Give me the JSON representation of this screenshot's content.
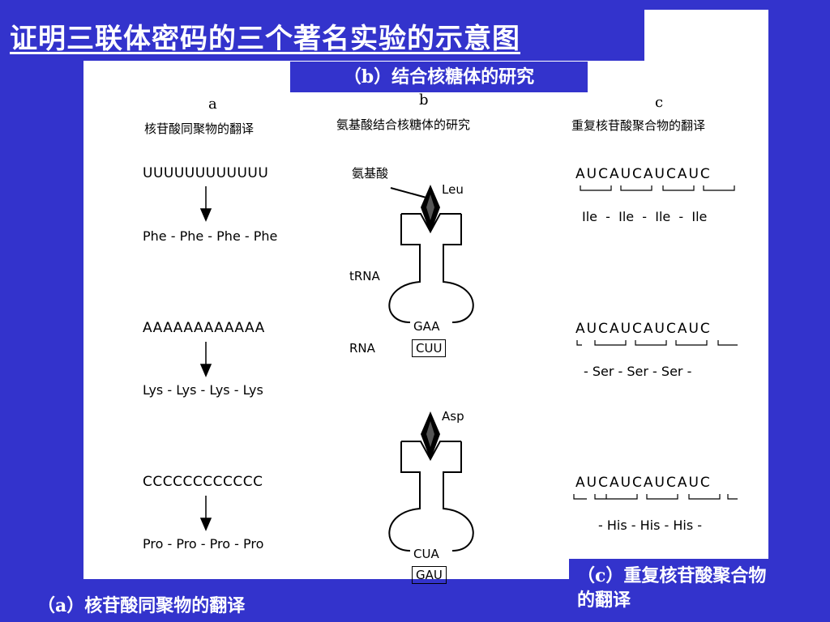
{
  "slide": {
    "title": "证明三联体密码的三个著名实验的示意图",
    "caption_a": "（a）核苷酸同聚物的翻译",
    "caption_b": "（b）结合核糖体的研究",
    "caption_c": "（c）重复核苷酸聚合物的翻译",
    "colors": {
      "background": "#3333CC",
      "panel": "#FFFFFF",
      "text_on_bg": "#FFFFFF"
    }
  },
  "figure": {
    "col_a": {
      "letter": "a",
      "subtitle": "核苷酸同聚物的翻译",
      "rows": [
        {
          "sequence": "UUUUUUUUUUUU",
          "protein": "Phe - Phe - Phe - Phe"
        },
        {
          "sequence": "AAAAAAAAAAAA",
          "protein": "Lys - Lys - Lys - Lys"
        },
        {
          "sequence": "CCCCCCCCCCCC",
          "protein": "Pro - Pro - Pro - Pro"
        }
      ]
    },
    "col_b": {
      "letter": "b",
      "subtitle": "氨基酸结合核糖体的研究",
      "amino_label": "氨基酸",
      "trna_label": "tRNA",
      "rna_label": "RNA",
      "top": {
        "amino_acid": "Leu",
        "anticodon": "GAA",
        "codon": "CUU"
      },
      "bottom": {
        "amino_acid": "Asp",
        "anticodon": "CUA",
        "codon": "GAU"
      }
    },
    "col_c": {
      "letter": "c",
      "subtitle": "重复核苷酸聚合物的翻译",
      "rows": [
        {
          "sequence": "AUCAUCAUCAUC",
          "protein": "Ile  -  Ile  -  Ile  -  Ile"
        },
        {
          "sequence": "AUCAUCAUCAUC",
          "protein": "- Ser - Ser - Ser -"
        },
        {
          "sequence": "AUCAUCAUCAUC",
          "protein": "- His - His - His -"
        }
      ]
    }
  }
}
